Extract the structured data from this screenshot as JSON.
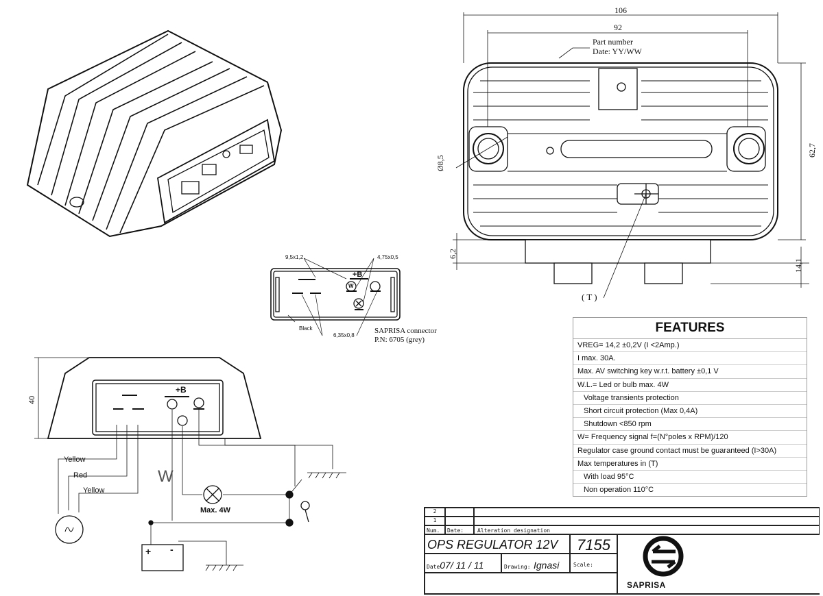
{
  "top_view": {
    "dim_overall_width": "106",
    "dim_hole_spacing": "92",
    "dim_height": "62,7",
    "dim_hole_diameter": "Ø8,5",
    "dim_base_offset": "6,2",
    "dim_terminal_height": "14,1",
    "part_number_label": "Part number",
    "date_label": "Date: YY/WW",
    "temperature_point_label": "( T )"
  },
  "connector": {
    "dim_wide_tab": "9,5x1,2",
    "dim_small_tab": "4,75x0,5",
    "dim_phase_tab": "6,35x0,8",
    "housing_color": "Black",
    "plus_b": "+B",
    "w_symbol": "W",
    "title": "SAPRISA connector",
    "part_number": "P.N: 6705 (grey)"
  },
  "side_view": {
    "dim_height": "40",
    "plus_b": "+B"
  },
  "wiring": {
    "wire_1": "Yellow",
    "wire_2": "Red",
    "wire_3": "Yellow",
    "w_output": "W",
    "lamp_rating": "Max. 4W",
    "battery_plus": "+",
    "battery_minus": "-"
  },
  "features": {
    "title": "FEATURES",
    "rows": [
      "VREG= 14,2 ±0,2V (I <2Amp.)",
      "I max. 30A.",
      "Max. AV switching key w.r.t. battery  ±0,1 V",
      "W.L.= Led or bulb max. 4W",
      "Voltage transients protection",
      "Short circuit protection (Max 0,4A)",
      "Shutdown <850 rpm",
      "W= Frequency signal f=(N°poles x RPM)/120",
      "Regulator case ground contact must be guaranteed (I>30A)",
      "Max temperatures in (T)",
      "With load 95°C",
      "Non operation 110°C"
    ]
  },
  "title_block": {
    "rev_2": "2",
    "rev_1": "1",
    "num_header": "Num.",
    "date_header": "Date:",
    "alteration_header": "Alteration designation",
    "title": "OPS REGULATOR 12V",
    "drawing_number": "7155",
    "date_label": "Date",
    "date_value": "07/ 11 / 11",
    "drawing_label": "Drawing:",
    "drawing_value": "Ignasi",
    "scale_label": "Scale:",
    "logo_text": "SAPRISA"
  }
}
